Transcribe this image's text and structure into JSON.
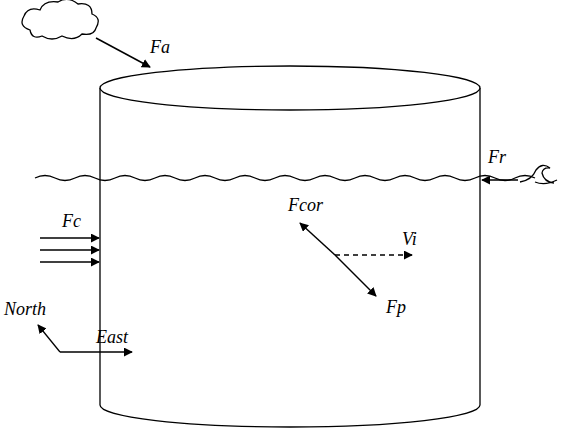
{
  "diagram": {
    "labels": [
      "Fa",
      "Fr",
      "Fc",
      "Fcor",
      "Vi",
      "Fp",
      "North",
      "East"
    ]
  }
}
